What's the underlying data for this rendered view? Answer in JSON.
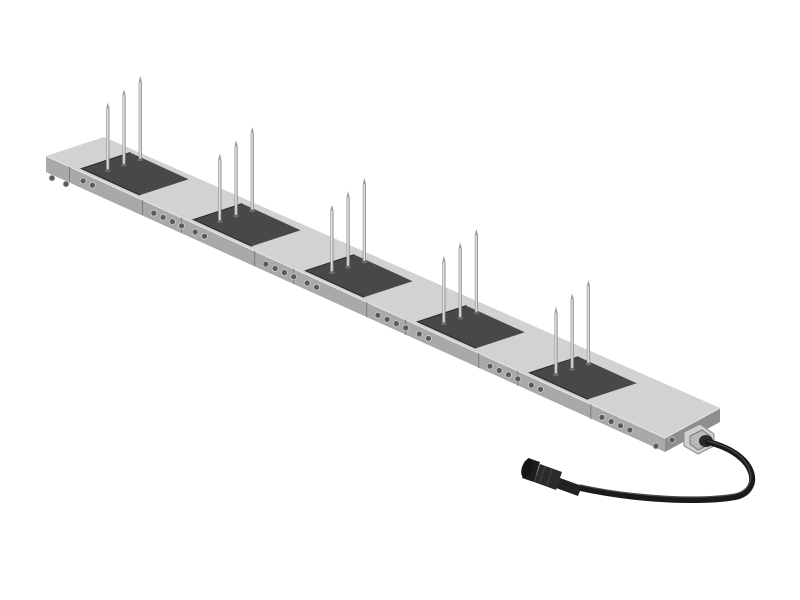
{
  "image": {
    "subject": "soil-moisture-probe-strip",
    "segment_count": 5,
    "rods_per_segment": 3,
    "colors": {
      "background": "#ffffff",
      "housing_top": "#d4d4d4",
      "housing_side": "#8d8d8d",
      "housing_front": "#b4b4b4",
      "sensor_window": "#484848",
      "rod": "#c8c8c8",
      "bolt": "#5a5a5a",
      "cable": "#1e1e1e",
      "connector": "#2a2a2a"
    }
  }
}
